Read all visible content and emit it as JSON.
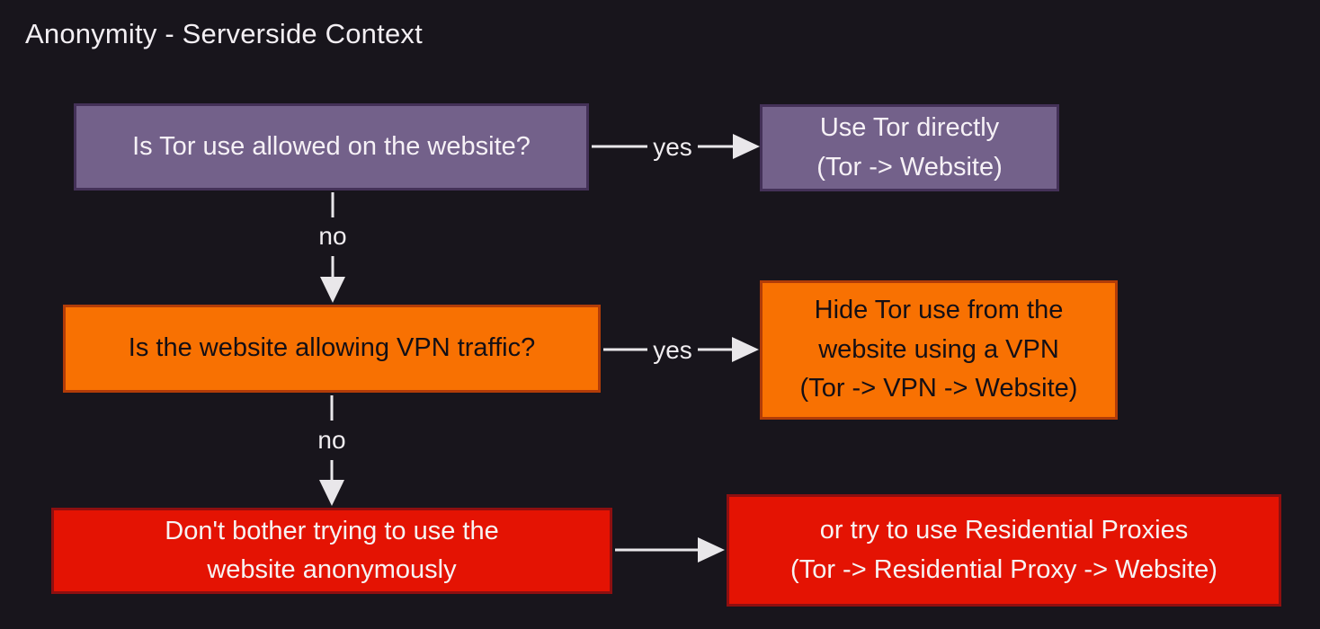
{
  "title": "Anonymity - Serverside Context",
  "nodes": [
    {
      "id": "q1",
      "variant": "purple",
      "text": "Is Tor use allowed on the website?"
    },
    {
      "id": "a1",
      "variant": "purple",
      "text": "Use Tor directly\n(Tor -> Website)"
    },
    {
      "id": "q2",
      "variant": "orange",
      "text": "Is the website allowing VPN traffic?"
    },
    {
      "id": "a2",
      "variant": "orange",
      "text": "Hide Tor use from the\nwebsite using a VPN\n(Tor -> VPN -> Website)"
    },
    {
      "id": "q3",
      "variant": "red",
      "text": "Don't bother trying to use the\nwebsite anonymously"
    },
    {
      "id": "a3",
      "variant": "red",
      "text": "or try to use Residential Proxies\n(Tor -> Residential Proxy -> Website)"
    }
  ],
  "edges": [
    {
      "from": "q1",
      "to": "a1",
      "label": "yes"
    },
    {
      "from": "q1",
      "to": "q2",
      "label": "no"
    },
    {
      "from": "q2",
      "to": "a2",
      "label": "yes"
    },
    {
      "from": "q2",
      "to": "q3",
      "label": "no"
    },
    {
      "from": "q3",
      "to": "a3",
      "label": ""
    }
  ],
  "colors": {
    "background": "#18151c",
    "purple_fill": "#73618a",
    "purple_border": "#443158",
    "orange_fill": "#f87102",
    "orange_border": "#b23c08",
    "red_fill": "#e41303",
    "red_border": "#8e0f10",
    "arrow": "#e9e7ea",
    "title_text": "#f3eff3",
    "light_text": "#f6f1f6",
    "dark_text": "#140f15"
  }
}
